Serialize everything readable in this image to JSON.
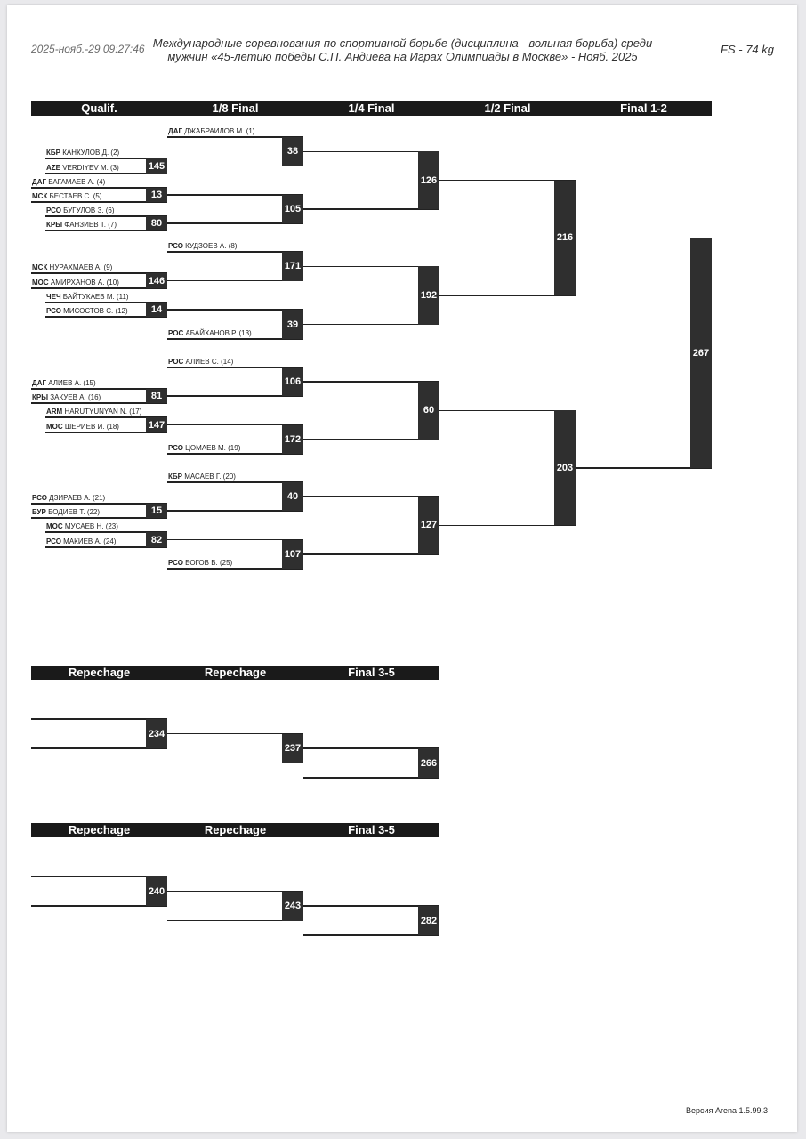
{
  "header": {
    "datetime": "2025-нояб.-29 09:27:46",
    "title_line1": "Международные соревнования по спортивной борьбе (дисциплина - вольная борьба) среди",
    "title_line2": "мужчин «45-летию победы С.П. Андиева на Играх Олимпиады в Москве» - Нояб. 2025",
    "category": "FS - 74 kg"
  },
  "rounds": [
    "Qualif.",
    "1/8 Final",
    "1/4 Final",
    "1/2 Final",
    "Final 1-2"
  ],
  "repechage_blocks": [
    {
      "headers": [
        "Repechage",
        "Repechage",
        "Final 3-5"
      ],
      "bouts": [
        "234",
        "237",
        "266"
      ]
    },
    {
      "headers": [
        "Repechage",
        "Repechage",
        "Final 3-5"
      ],
      "bouts": [
        "240",
        "243",
        "282"
      ]
    }
  ],
  "participants": [
    {
      "region": "ДАГ",
      "name": "ДЖАБРАИЛОВ М. (1)"
    },
    {
      "region": "КБР",
      "name": "КАНКУЛОВ Д. (2)"
    },
    {
      "region": "AZE",
      "name": "VERDIYEV M. (3)"
    },
    {
      "region": "ДАГ",
      "name": "БАГАМАЕВ А. (4)"
    },
    {
      "region": "МСК",
      "name": "БЕСТАЕВ С. (5)"
    },
    {
      "region": "РСО",
      "name": "БУГУЛОВ З. (6)"
    },
    {
      "region": "КРЫ",
      "name": "ФАНЗИЕВ Т. (7)"
    },
    {
      "region": "РСО",
      "name": "КУДЗОЕВ А. (8)"
    },
    {
      "region": "МСК",
      "name": "НУРАХМАЕВ А. (9)"
    },
    {
      "region": "МОС",
      "name": "АМИРХАНОВ А. (10)"
    },
    {
      "region": "ЧЕЧ",
      "name": "БАЙТУКАЕВ М. (11)"
    },
    {
      "region": "РСО",
      "name": "МИСОСТОВ С. (12)"
    },
    {
      "region": "РОС",
      "name": "АБАЙХАНОВ Р. (13)"
    },
    {
      "region": "РОС",
      "name": "АЛИЕВ С. (14)"
    },
    {
      "region": "ДАГ",
      "name": "АЛИЕВ А. (15)"
    },
    {
      "region": "КРЫ",
      "name": "ЗАКУЕВ А. (16)"
    },
    {
      "region": "ARM",
      "name": "HARUTYUNYAN N. (17)"
    },
    {
      "region": "МОС",
      "name": "ШЕРИЕВ И. (18)"
    },
    {
      "region": "РСО",
      "name": "ЦОМАЕВ М. (19)"
    },
    {
      "region": "КБР",
      "name": "МАСАЕВ Г. (20)"
    },
    {
      "region": "РСО",
      "name": "ДЗИРАЕВ А. (21)"
    },
    {
      "region": "БУР",
      "name": "БОДИЕВ Т. (22)"
    },
    {
      "region": "МОС",
      "name": "МУСАЕВ Н. (23)"
    },
    {
      "region": "РСО",
      "name": "МАКИЕВ А. (24)"
    },
    {
      "region": "РСО",
      "name": "БОГОВ В. (25)"
    }
  ],
  "bouts": {
    "qualif": [
      "145",
      "13",
      "80",
      "146",
      "14",
      "81",
      "147",
      "15",
      "82"
    ],
    "eighth": [
      "38",
      "105",
      "171",
      "39",
      "106",
      "172",
      "40",
      "107"
    ],
    "quarter": [
      "126",
      "192",
      "60",
      "127"
    ],
    "semi": [
      "216",
      "203"
    ],
    "final": "267"
  },
  "footer": {
    "version": "Версия Arena 1.5.99.3"
  }
}
